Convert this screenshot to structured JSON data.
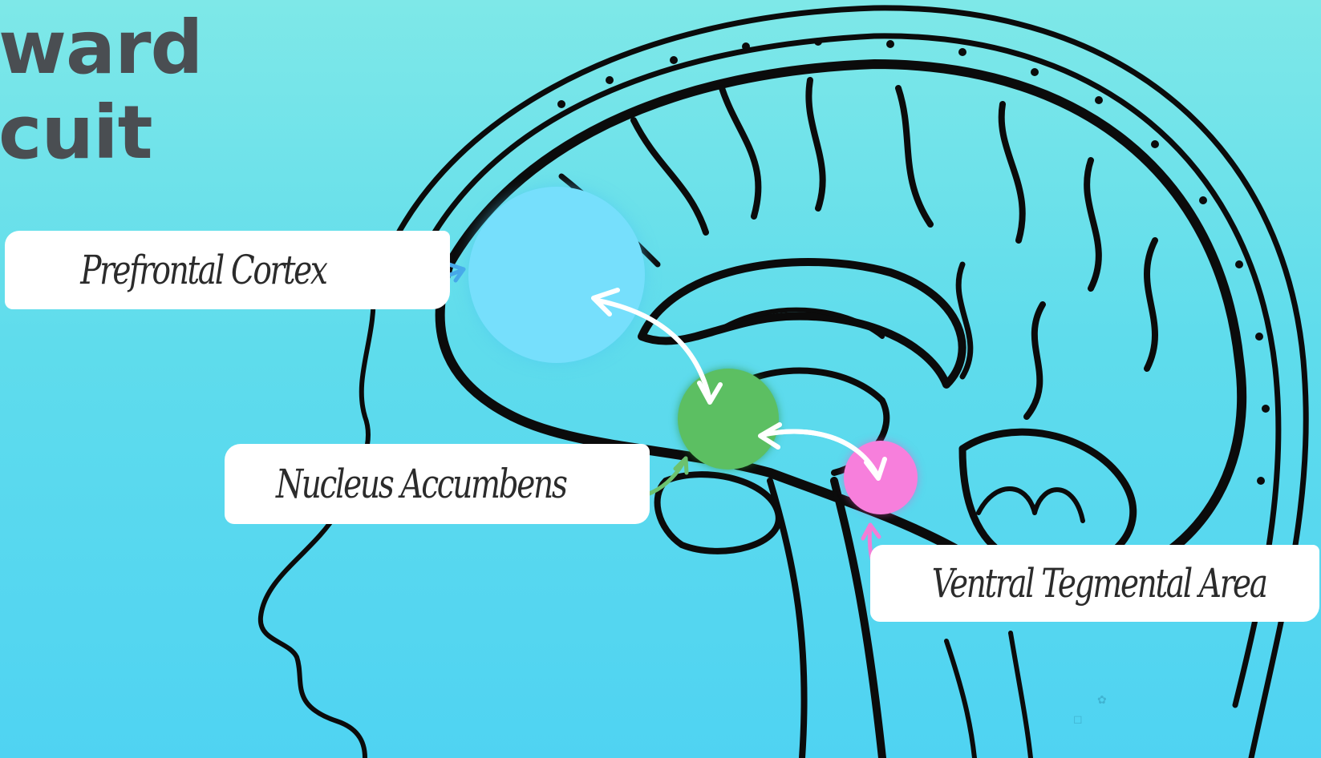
{
  "title": {
    "line1": "ward",
    "line2": "cuit"
  },
  "labels": {
    "pfc": "Prefrontal Cortex",
    "nac": "Nucleus Accumbens",
    "vta": "Ventral Tegmental Area"
  },
  "colors": {
    "pfc": "#76dffc",
    "nac": "#5cbf62",
    "vta": "#f77fdc",
    "pfc_arrow": "#47a8e9",
    "nac_arrow": "#6cc26f",
    "vta_arrow": "#f37dd6",
    "outline": "#0b0b0b",
    "title": "#4a4e52"
  },
  "icons": [
    "instagram-icon",
    "twitter-icon"
  ]
}
